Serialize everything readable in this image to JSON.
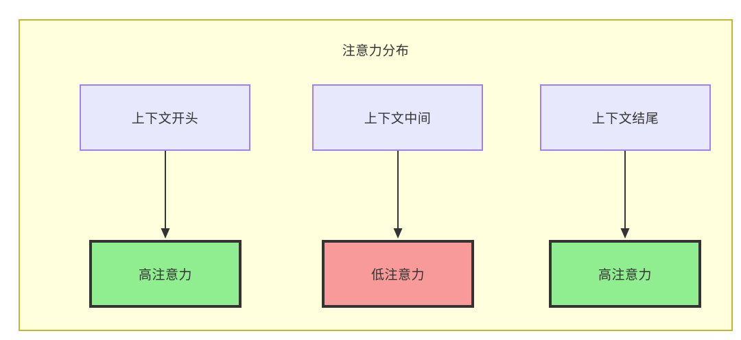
{
  "diagram": {
    "title": "注意力分布",
    "background_color": "#ffffdd",
    "frame_border_color": "#bfb72e",
    "columns": [
      {
        "top": {
          "label": "上下文开头",
          "fill": "#e8e8fd",
          "border": "#a07ff0"
        },
        "bottom": {
          "label": "高注意力",
          "fill": "#90ee90",
          "border": "#333333"
        },
        "connector": "arrow-down"
      },
      {
        "top": {
          "label": "上下文中间",
          "fill": "#e8e8fd",
          "border": "#a07ff0"
        },
        "bottom": {
          "label": "低注意力",
          "fill": "#f89a9a",
          "border": "#333333"
        },
        "connector": "arrow-down"
      },
      {
        "top": {
          "label": "上下文结尾",
          "fill": "#e8e8fd",
          "border": "#a07ff0"
        },
        "bottom": {
          "label": "高注意力",
          "fill": "#90ee90",
          "border": "#333333"
        },
        "connector": "arrow-down"
      }
    ]
  }
}
